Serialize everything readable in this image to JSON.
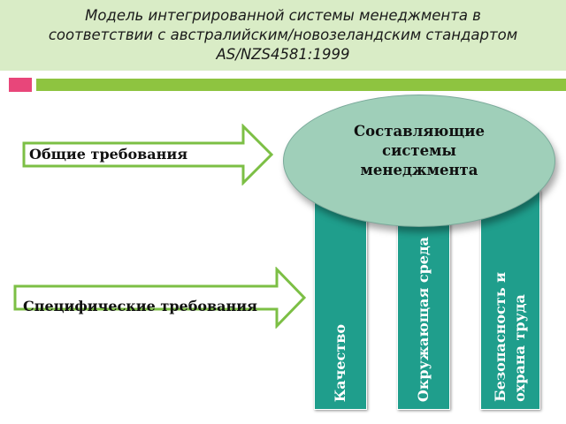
{
  "title": {
    "line1": "Модель интегрированной системы менеджмента в",
    "line2": "соответствии с австралийским/новозеландским стандартом",
    "line3": "AS/NZS4581:1999"
  },
  "requirements": {
    "general": "Общие требования",
    "specific": "Специфические требования"
  },
  "center": {
    "line1": "Составляющие",
    "line2": "системы",
    "line3": "менеджмента"
  },
  "pillars": {
    "quality": "Качество",
    "environment": "Окружающая среда",
    "safety_line1": "Безопасность и",
    "safety_line2": "охрана труда"
  },
  "colors": {
    "title_band": "#d9ecc6",
    "accent_pink": "#e8467a",
    "accent_green": "#8ec440",
    "pillar": "#1f9e8c",
    "ellipse": "#9fcfb9",
    "arrow_fill": "#ffffff",
    "arrow_stroke": "#7cbf45"
  }
}
